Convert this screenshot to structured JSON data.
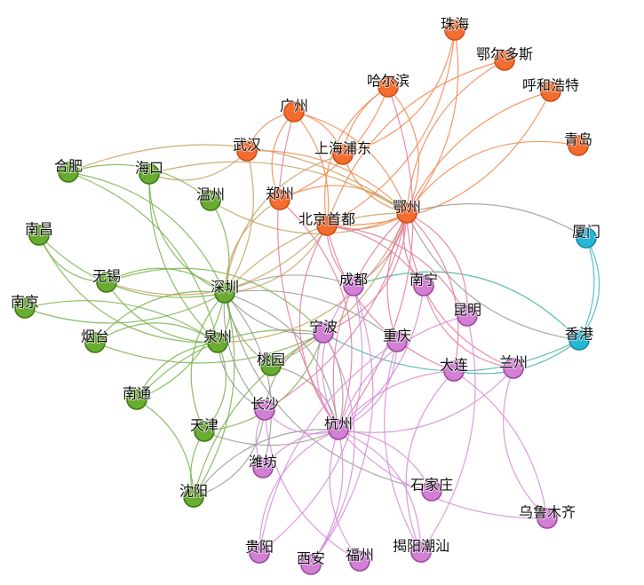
{
  "groups": {
    "orange": {
      "fill": "#f46d2f",
      "stroke": "#c94f17",
      "edge": "#f4864f"
    },
    "green": {
      "fill": "#6aab32",
      "stroke": "#3d7a12",
      "edge": "#78b14a"
    },
    "purple": {
      "fill": "#d27fd4",
      "stroke": "#9a4aa0",
      "edge": "#d68ad8"
    },
    "cyan": {
      "fill": "#27b6d6",
      "stroke": "#1487a3",
      "edge": "#3ab4c9"
    },
    "grey": {
      "edge": "#9a9a90"
    },
    "tan": {
      "edge": "#c4a05a"
    },
    "pink": {
      "edge": "#e4789a"
    },
    "teal": {
      "edge": "#3bb0a0"
    }
  },
  "nodes": [
    {
      "id": "zhuhai",
      "label": "珠海",
      "group": "orange"
    },
    {
      "id": "eerduosi",
      "label": "鄂尔多斯",
      "group": "orange"
    },
    {
      "id": "haerbin",
      "label": "哈尔滨",
      "group": "orange"
    },
    {
      "id": "huhehaote",
      "label": "呼和浩特",
      "group": "orange"
    },
    {
      "id": "guangzhou",
      "label": "广州",
      "group": "orange"
    },
    {
      "id": "qingdao",
      "label": "青岛",
      "group": "orange"
    },
    {
      "id": "wuhan",
      "label": "武汉",
      "group": "orange"
    },
    {
      "id": "shanghai",
      "label": "上海浦东",
      "group": "orange"
    },
    {
      "id": "zhengzhou",
      "label": "郑州",
      "group": "orange"
    },
    {
      "id": "ezhou",
      "label": "鄂州",
      "group": "orange"
    },
    {
      "id": "beijing",
      "label": "北京首都",
      "group": "orange"
    },
    {
      "id": "hefei",
      "label": "合肥",
      "group": "green"
    },
    {
      "id": "haikou",
      "label": "海口",
      "group": "green"
    },
    {
      "id": "wenzhou",
      "label": "温州",
      "group": "green"
    },
    {
      "id": "nanchang",
      "label": "南昌",
      "group": "green"
    },
    {
      "id": "wuxi",
      "label": "无锡",
      "group": "green"
    },
    {
      "id": "shenzhen",
      "label": "深圳",
      "group": "green"
    },
    {
      "id": "nanjing",
      "label": "南京",
      "group": "green"
    },
    {
      "id": "yantai",
      "label": "烟台",
      "group": "green"
    },
    {
      "id": "quanzhou",
      "label": "泉州",
      "group": "green"
    },
    {
      "id": "taoyuan",
      "label": "桃园",
      "group": "green"
    },
    {
      "id": "nantong",
      "label": "南通",
      "group": "green"
    },
    {
      "id": "tianjin",
      "label": "天津",
      "group": "green"
    },
    {
      "id": "shenyang",
      "label": "沈阳",
      "group": "green"
    },
    {
      "id": "xiamen",
      "label": "厦门",
      "group": "cyan"
    },
    {
      "id": "xianggang",
      "label": "香港",
      "group": "cyan"
    },
    {
      "id": "chengdu",
      "label": "成都",
      "group": "purple"
    },
    {
      "id": "nanning",
      "label": "南宁",
      "group": "purple"
    },
    {
      "id": "kunming",
      "label": "昆明",
      "group": "purple"
    },
    {
      "id": "ningbo",
      "label": "宁波",
      "group": "purple"
    },
    {
      "id": "chongqing",
      "label": "重庆",
      "group": "purple"
    },
    {
      "id": "dalian",
      "label": "大连",
      "group": "purple"
    },
    {
      "id": "lanzhou",
      "label": "兰州",
      "group": "purple"
    },
    {
      "id": "changsha",
      "label": "长沙",
      "group": "purple"
    },
    {
      "id": "hangzhou",
      "label": "杭州",
      "group": "purple"
    },
    {
      "id": "weifang",
      "label": "潍坊",
      "group": "purple"
    },
    {
      "id": "shijiazhuang",
      "label": "石家庄",
      "group": "purple"
    },
    {
      "id": "wulumuqi",
      "label": "乌鲁木齐",
      "group": "purple"
    },
    {
      "id": "guiyang",
      "label": "贵阳",
      "group": "purple"
    },
    {
      "id": "xian",
      "label": "西安",
      "group": "purple"
    },
    {
      "id": "fuzhou",
      "label": "福州",
      "group": "purple"
    },
    {
      "id": "jieyang",
      "label": "揭阳潮汕",
      "group": "purple"
    }
  ],
  "edges": [
    [
      "ezhou",
      "zhuhai",
      "orange"
    ],
    [
      "ezhou",
      "eerduosi",
      "orange"
    ],
    [
      "ezhou",
      "haerbin",
      "orange"
    ],
    [
      "ezhou",
      "huhehaote",
      "orange"
    ],
    [
      "ezhou",
      "guangzhou",
      "orange"
    ],
    [
      "ezhou",
      "qingdao",
      "orange"
    ],
    [
      "ezhou",
      "wuhan",
      "orange"
    ],
    [
      "ezhou",
      "shanghai",
      "orange"
    ],
    [
      "ezhou",
      "zhengzhou",
      "orange"
    ],
    [
      "ezhou",
      "beijing",
      "orange"
    ],
    [
      "beijing",
      "zhuhai",
      "orange"
    ],
    [
      "beijing",
      "haerbin",
      "orange"
    ],
    [
      "beijing",
      "guangzhou",
      "orange"
    ],
    [
      "beijing",
      "eerduosi",
      "orange"
    ],
    [
      "shanghai",
      "zhuhai",
      "orange"
    ],
    [
      "shanghai",
      "haerbin",
      "orange"
    ],
    [
      "shanghai",
      "guangzhou",
      "orange"
    ],
    [
      "zhengzhou",
      "guangzhou",
      "orange"
    ],
    [
      "zhengzhou",
      "haerbin",
      "orange"
    ],
    [
      "wuhan",
      "guangzhou",
      "orange"
    ],
    [
      "beijing",
      "huhehaote",
      "orange"
    ],
    [
      "ezhou",
      "xiamen",
      "grey"
    ],
    [
      "ezhou",
      "xianggang",
      "grey"
    ],
    [
      "xiamen",
      "xianggang",
      "cyan"
    ],
    [
      "xianggang",
      "xiamen",
      "cyan"
    ],
    [
      "xianggang",
      "ningbo",
      "teal"
    ],
    [
      "xianggang",
      "chengdu",
      "teal"
    ],
    [
      "xianggang",
      "dalian",
      "teal"
    ],
    [
      "shenzhen",
      "hefei",
      "green"
    ],
    [
      "shenzhen",
      "haikou",
      "green"
    ],
    [
      "shenzhen",
      "wenzhou",
      "green"
    ],
    [
      "shenzhen",
      "nanchang",
      "green"
    ],
    [
      "shenzhen",
      "wuxi",
      "green"
    ],
    [
      "shenzhen",
      "nanjing",
      "green"
    ],
    [
      "shenzhen",
      "yantai",
      "green"
    ],
    [
      "shenzhen",
      "quanzhou",
      "green"
    ],
    [
      "shenzhen",
      "taoyuan",
      "green"
    ],
    [
      "shenzhen",
      "nantong",
      "green"
    ],
    [
      "shenzhen",
      "tianjin",
      "green"
    ],
    [
      "shenzhen",
      "shenyang",
      "green"
    ],
    [
      "quanzhou",
      "hefei",
      "green"
    ],
    [
      "quanzhou",
      "nanchang",
      "green"
    ],
    [
      "quanzhou",
      "nanjing",
      "green"
    ],
    [
      "quanzhou",
      "wuxi",
      "green"
    ],
    [
      "quanzhou",
      "yantai",
      "green"
    ],
    [
      "quanzhou",
      "haikou",
      "green"
    ],
    [
      "quanzhou",
      "nantong",
      "green"
    ],
    [
      "quanzhou",
      "tianjin",
      "green"
    ],
    [
      "tianjin",
      "shenyang",
      "green"
    ],
    [
      "nantong",
      "shenyang",
      "green"
    ],
    [
      "ningbo",
      "wuxi",
      "green"
    ],
    [
      "ningbo",
      "yantai",
      "green"
    ],
    [
      "ningbo",
      "nantong",
      "green"
    ],
    [
      "ningbo",
      "tianjin",
      "green"
    ],
    [
      "ningbo",
      "shenyang",
      "green"
    ],
    [
      "hefei",
      "wenzhou",
      "green"
    ],
    [
      "nanchang",
      "wuxi",
      "green"
    ],
    [
      "shenzhen",
      "ezhou",
      "tan"
    ],
    [
      "shenzhen",
      "beijing",
      "tan"
    ],
    [
      "shenzhen",
      "shanghai",
      "tan"
    ],
    [
      "shenzhen",
      "wuhan",
      "tan"
    ],
    [
      "shenzhen",
      "zhengzhou",
      "tan"
    ],
    [
      "quanzhou",
      "ezhou",
      "tan"
    ],
    [
      "haikou",
      "ezhou",
      "tan"
    ],
    [
      "wenzhou",
      "ezhou",
      "tan"
    ],
    [
      "wuhan",
      "haikou",
      "tan"
    ],
    [
      "taoyuan",
      "ezhou",
      "tan"
    ],
    [
      "hefei",
      "ezhou",
      "tan"
    ],
    [
      "wuxi",
      "beijing",
      "tan"
    ],
    [
      "ezhou",
      "chengdu",
      "pink"
    ],
    [
      "ezhou",
      "nanning",
      "pink"
    ],
    [
      "ezhou",
      "kunming",
      "pink"
    ],
    [
      "ezhou",
      "chongqing",
      "pink"
    ],
    [
      "ezhou",
      "dalian",
      "pink"
    ],
    [
      "ezhou",
      "lanzhou",
      "pink"
    ],
    [
      "ezhou",
      "changsha",
      "pink"
    ],
    [
      "ezhou",
      "hangzhou",
      "pink"
    ],
    [
      "ezhou",
      "ningbo",
      "pink"
    ],
    [
      "beijing",
      "chengdu",
      "pink"
    ],
    [
      "beijing",
      "kunming",
      "pink"
    ],
    [
      "beijing",
      "hangzhou",
      "pink"
    ],
    [
      "beijing",
      "nanning",
      "pink"
    ],
    [
      "beijing",
      "dalian",
      "pink"
    ],
    [
      "zhengzhou",
      "hangzhou",
      "pink"
    ],
    [
      "guangzhou",
      "hangzhou",
      "pink"
    ],
    [
      "haerbin",
      "hangzhou",
      "pink"
    ],
    [
      "nanning",
      "lanzhou",
      "pink"
    ],
    [
      "shenzhen",
      "chengdu",
      "grey"
    ],
    [
      "shenzhen",
      "ningbo",
      "grey"
    ],
    [
      "shenzhen",
      "hangzhou",
      "grey"
    ],
    [
      "shenzhen",
      "changsha",
      "grey"
    ],
    [
      "shenzhen",
      "weifang",
      "grey"
    ],
    [
      "shenzhen",
      "shijiazhuang",
      "grey"
    ],
    [
      "shenzhen",
      "chongqing",
      "grey"
    ],
    [
      "quanzhou",
      "changsha",
      "grey"
    ],
    [
      "taoyuan",
      "hangzhou",
      "grey"
    ],
    [
      "tianjin",
      "hangzhou",
      "grey"
    ],
    [
      "shenyang",
      "hangzhou",
      "grey"
    ],
    [
      "shenyang",
      "changsha",
      "grey"
    ],
    [
      "ningbo",
      "hangzhou",
      "grey"
    ],
    [
      "ningbo",
      "changsha",
      "grey"
    ],
    [
      "hangzhou",
      "chengdu",
      "purple"
    ],
    [
      "hangzhou",
      "nanning",
      "purple"
    ],
    [
      "hangzhou",
      "kunming",
      "purple"
    ],
    [
      "hangzhou",
      "chongqing",
      "purple"
    ],
    [
      "hangzhou",
      "dalian",
      "purple"
    ],
    [
      "hangzhou",
      "lanzhou",
      "purple"
    ],
    [
      "hangzhou",
      "changsha",
      "purple"
    ],
    [
      "hangzhou",
      "weifang",
      "purple"
    ],
    [
      "hangzhou",
      "shijiazhuang",
      "purple"
    ],
    [
      "hangzhou",
      "guiyang",
      "purple"
    ],
    [
      "hangzhou",
      "xian",
      "purple"
    ],
    [
      "hangzhou",
      "fuzhou",
      "purple"
    ],
    [
      "hangzhou",
      "jieyang",
      "purple"
    ],
    [
      "hangzhou",
      "wulumuqi",
      "purple"
    ],
    [
      "hangzhou",
      "ningbo",
      "purple"
    ],
    [
      "lanzhou",
      "wulumuqi",
      "purple"
    ],
    [
      "dalian",
      "wulumuqi",
      "purple"
    ],
    [
      "changsha",
      "weifang",
      "purple"
    ],
    [
      "chengdu",
      "guiyang",
      "purple"
    ],
    [
      "chongqing",
      "guiyang",
      "purple"
    ],
    [
      "chengdu",
      "xian",
      "purple"
    ],
    [
      "dalian",
      "jieyang",
      "purple"
    ],
    [
      "kunming",
      "jieyang",
      "purple"
    ],
    [
      "changsha",
      "fuzhou",
      "purple"
    ],
    [
      "ningbo",
      "xian",
      "purple"
    ],
    [
      "chongqing",
      "jieyang",
      "purple"
    ]
  ]
}
